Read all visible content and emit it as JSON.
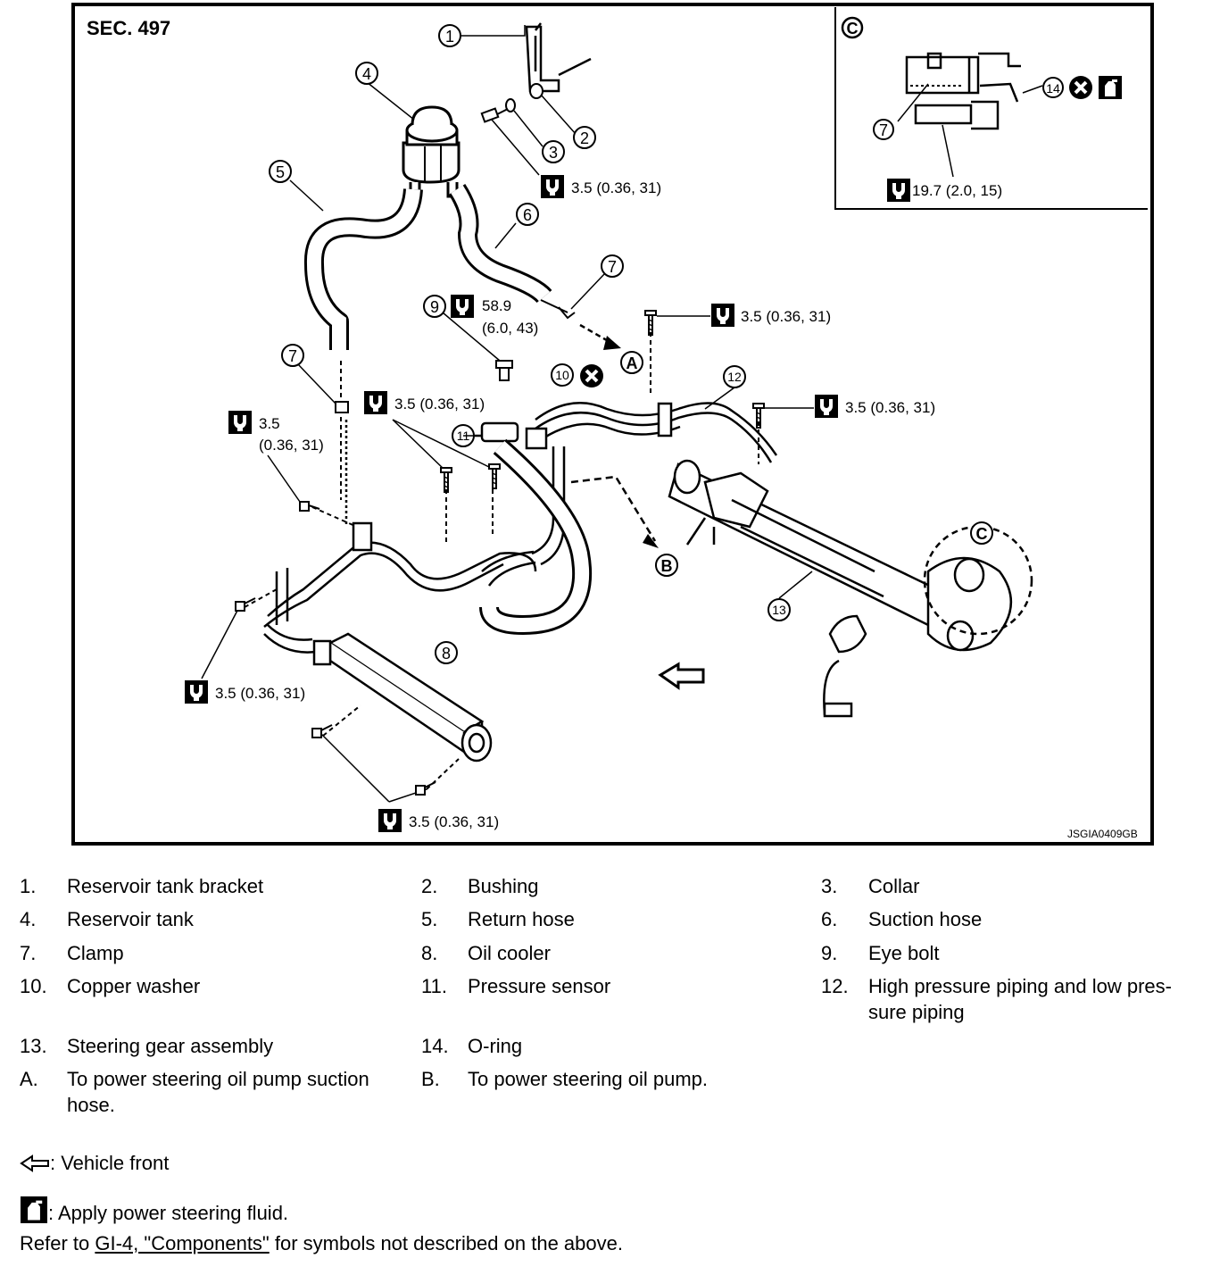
{
  "section_label": "SEC. 497",
  "image_code": "JSGIA0409GB",
  "callouts": [
    "1",
    "2",
    "3",
    "4",
    "5",
    "6",
    "7",
    "7",
    "8",
    "9",
    "10",
    "11",
    "12",
    "13"
  ],
  "inset": {
    "label": "C",
    "callouts": [
      "7",
      "14"
    ],
    "torque": "19.7 (2.0, 15)"
  },
  "torques": {
    "t1": "3.5 (0.36, 31)",
    "t9_a": "58.9",
    "t9_b": "(6.0, 43)",
    "t_bolt_top": "3.5 (0.36, 31)",
    "t_mid": "3.5 (0.36, 31)",
    "t_right": "3.5 (0.36, 31)",
    "t_left_a": "3.5",
    "t_left_b": "(0.36, 31)",
    "t_cooler_left": "3.5 (0.36, 31)",
    "t_cooler_bottom": "3.5 (0.36, 31)"
  },
  "refs": {
    "a": "A",
    "b": "B",
    "c": "C"
  },
  "legend": [
    {
      "num": "1.",
      "text": "Reservoir tank bracket"
    },
    {
      "num": "2.",
      "text": "Bushing"
    },
    {
      "num": "3.",
      "text": "Collar"
    },
    {
      "num": "4.",
      "text": "Reservoir tank"
    },
    {
      "num": "5.",
      "text": "Return hose"
    },
    {
      "num": "6.",
      "text": "Suction hose"
    },
    {
      "num": "7.",
      "text": "Clamp"
    },
    {
      "num": "8.",
      "text": "Oil cooler"
    },
    {
      "num": "9.",
      "text": "Eye bolt"
    },
    {
      "num": "10.",
      "text": "Copper washer"
    },
    {
      "num": "11.",
      "text": "Pressure sensor"
    },
    {
      "num": "12.",
      "text": "High pressure piping and low pres-",
      "text2": "sure piping"
    },
    {
      "num": "13.",
      "text": "Steering gear assembly"
    },
    {
      "num": "14.",
      "text": "O-ring"
    },
    {
      "num": "A.",
      "text": "To power steering oil pump suction",
      "text2": "hose."
    },
    {
      "num": "B.",
      "text": "To power steering oil pump."
    }
  ],
  "notes": {
    "vehicle_front": ": Vehicle front",
    "apply_fluid": ": Apply power steering fluid.",
    "refer_prefix": "Refer to ",
    "refer_link": "GI-4, \"Components\"",
    "refer_suffix": " for symbols not described on the above."
  }
}
